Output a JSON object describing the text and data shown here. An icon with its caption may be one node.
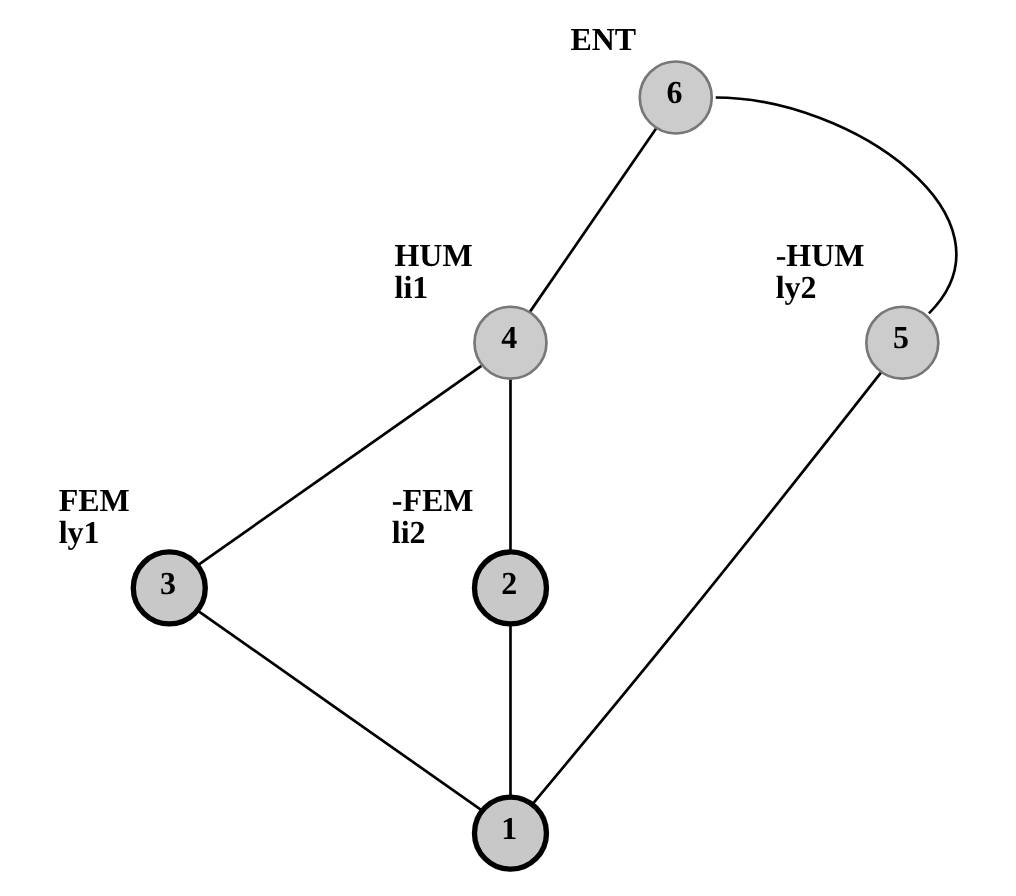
{
  "diagram": {
    "nodes": [
      {
        "text": [
          "6"
        ],
        "beside": [
          "ENT"
        ]
      },
      {
        "text": [
          "4"
        ],
        "beside": [
          "HUM",
          "li1"
        ]
      },
      {
        "text": [
          "5"
        ],
        "beside": [
          "-HUM",
          "ly2"
        ]
      },
      {
        "text": [
          "3"
        ],
        "beside": [
          "FEM",
          "ly1"
        ]
      },
      {
        "text": [
          "2"
        ],
        "beside": [
          "-FEM",
          "li2"
        ]
      },
      {
        "text": [
          "1"
        ]
      }
    ],
    "edges": [
      {
        "from": 0,
        "to": 1,
        "arrow": "none"
      },
      {
        "from": 0,
        "to": 2,
        "arrow": "none"
      },
      {
        "from": 1,
        "to": 3,
        "arrow": "none"
      },
      {
        "from": 1,
        "to": 4,
        "arrow": "none"
      },
      {
        "from": 3,
        "to": 5,
        "arrow": "none"
      },
      {
        "from": 4,
        "to": 5,
        "arrow": "none"
      },
      {
        "from": 2,
        "to": 5,
        "arrow": "none"
      }
    ]
  }
}
